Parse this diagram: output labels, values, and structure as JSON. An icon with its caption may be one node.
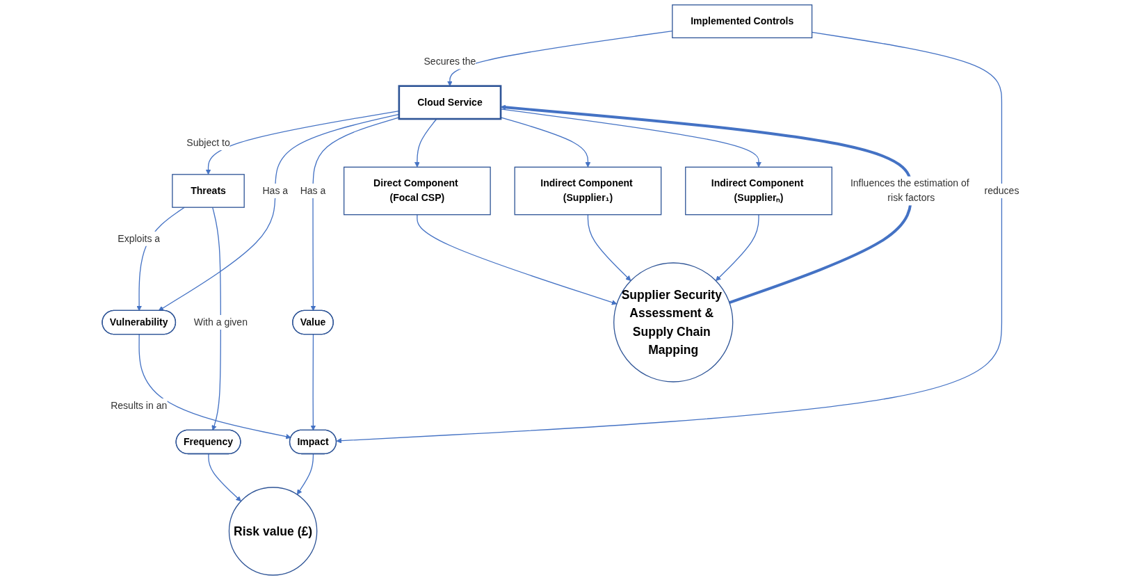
{
  "diagram": {
    "nodes": [
      {
        "text": [
          "Cloud Service"
        ]
      },
      {
        "text": [
          "Threats"
        ]
      },
      {
        "text": [
          "Vulnerability"
        ]
      },
      {
        "text": [
          "Value"
        ]
      },
      {
        "text": [
          "Implemented Controls"
        ]
      },
      {
        "text": [
          "Direct Component (Focal CSP)"
        ]
      },
      {
        "text": [
          "Indirect Component (Supplier₁)"
        ]
      },
      {
        "text": [
          "Indirect Component (Supplierₙ)"
        ]
      },
      {
        "text": [
          "Impact"
        ]
      },
      {
        "text": [
          "Frequency"
        ]
      },
      {
        "text": [
          "Risk value (£)"
        ]
      },
      {
        "text": [
          "Supplier Security Assessment & Supply Chain Mapping"
        ]
      }
    ],
    "edges": [
      {
        "from": 0,
        "to": 1,
        "arrow": "to",
        "label": "Subject to"
      },
      {
        "from": 0,
        "to": 2,
        "arrow": "to",
        "label": "Has a"
      },
      {
        "from": 0,
        "to": 3,
        "arrow": "to",
        "label": "Has a"
      },
      {
        "from": 4,
        "to": 0,
        "arrow": "to",
        "label": "Secures the"
      },
      {
        "from": 0,
        "to": 5,
        "arrow": "to"
      },
      {
        "from": 0,
        "to": 6,
        "arrow": "to"
      },
      {
        "from": 0,
        "to": 7,
        "arrow": "to"
      },
      {
        "from": 1,
        "to": 2,
        "arrow": "to",
        "label": "Exploits a"
      },
      {
        "from": 1,
        "to": 9,
        "arrow": "to",
        "label": "With a given"
      },
      {
        "from": 2,
        "to": 8,
        "arrow": "to",
        "label": "Results in an"
      },
      {
        "from": 3,
        "to": 8,
        "arrow": "to"
      },
      {
        "from": 4,
        "to": 8,
        "arrow": "to",
        "label": "reduces"
      },
      {
        "from": 5,
        "to": 11,
        "arrow": "to"
      },
      {
        "from": 6,
        "to": 11,
        "arrow": "to"
      },
      {
        "from": 7,
        "to": 11,
        "arrow": "to"
      },
      {
        "from": 11,
        "to": 0,
        "arrow": "to",
        "label": "Influences the estimation of risk factors",
        "style": "thick"
      },
      {
        "from": 8,
        "to": 10,
        "arrow": "to"
      },
      {
        "from": 9,
        "to": 10,
        "arrow": "to"
      }
    ]
  }
}
